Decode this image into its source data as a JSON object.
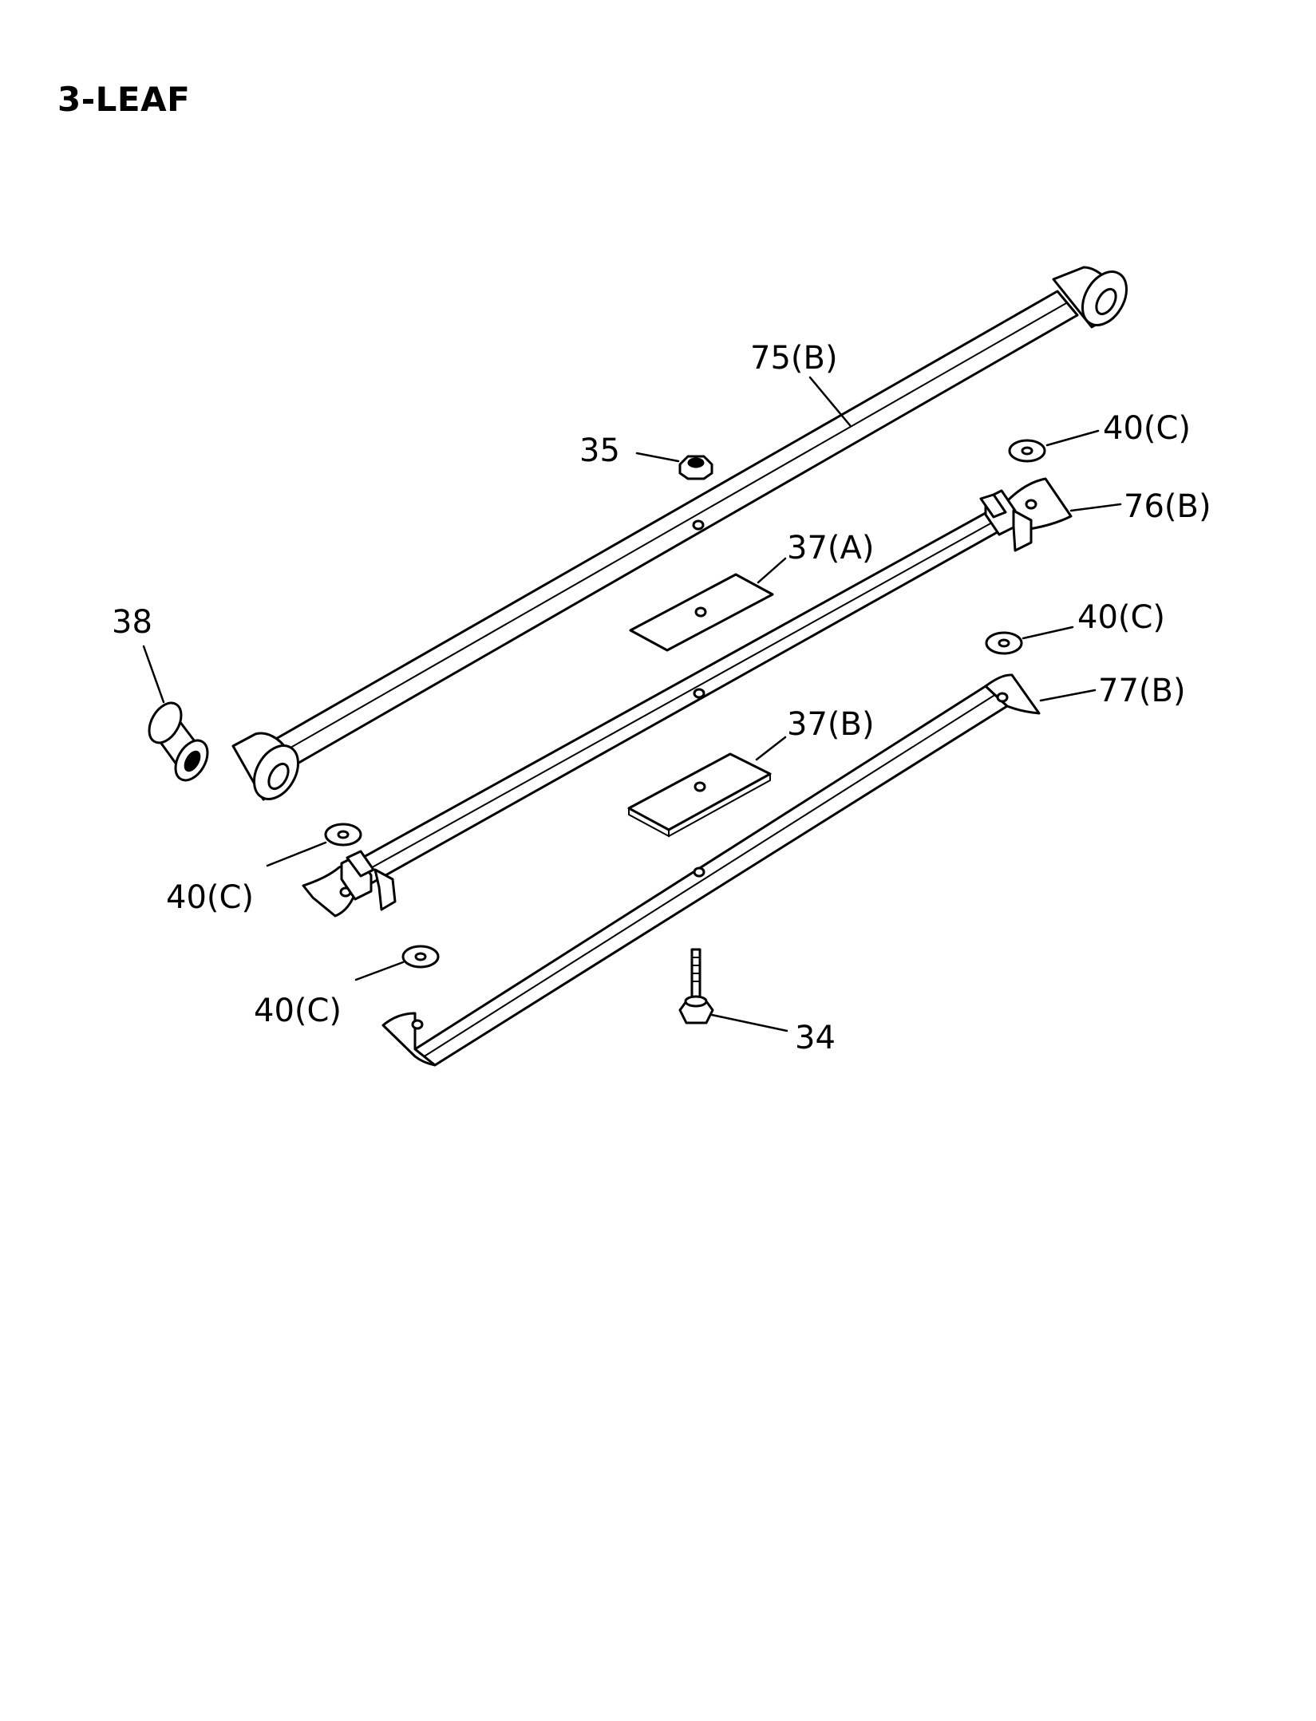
{
  "title": "3-LEAF",
  "callouts": {
    "c75b": "75(B)",
    "c35": "35",
    "c40c_1": "40(C)",
    "c76b": "76(B)",
    "c37a": "37(A)",
    "c38": "38",
    "c40c_2": "40(C)",
    "c77b": "77(B)",
    "c37b": "37(B)",
    "c40c_3": "40(C)",
    "c40c_4": "40(C)",
    "c34": "34"
  }
}
